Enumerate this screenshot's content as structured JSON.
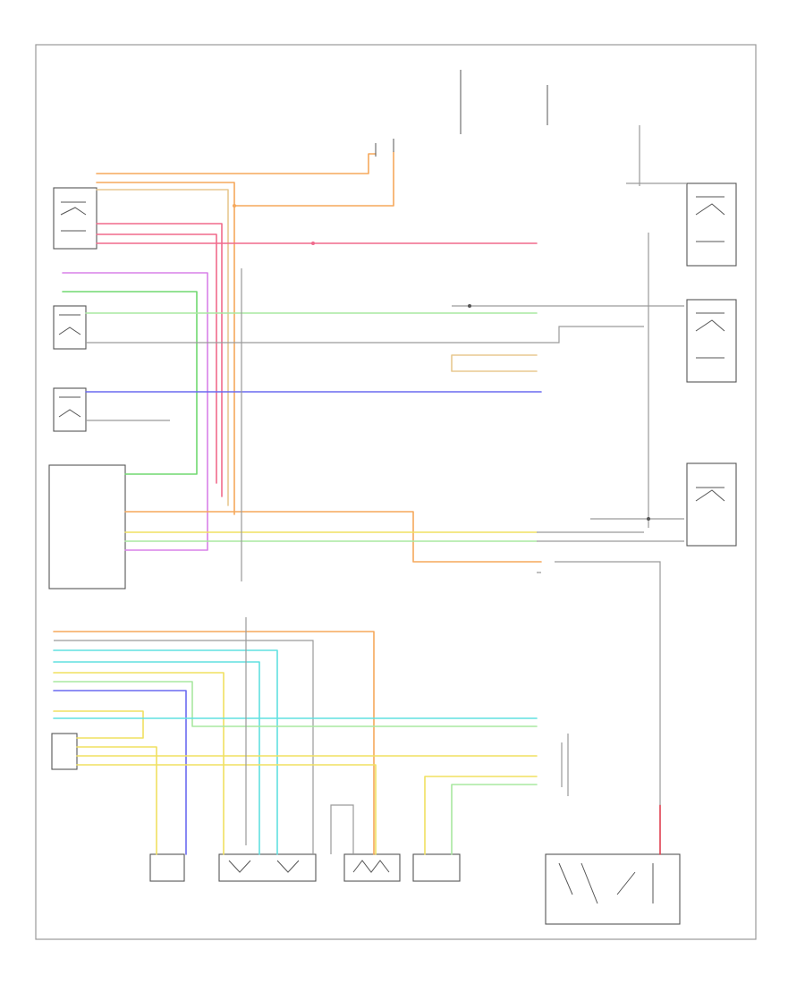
{
  "diagram": {
    "footer_code": "",
    "wire_colors": {
      "orange": "#f5a85c",
      "tan": "#e8c890",
      "pink": "#f06a8c",
      "violet": "#d880e8",
      "green": "#70d870",
      "grey": "#8a8a8a",
      "blue": "#6a6af0",
      "yellow": "#f0e060",
      "cyan": "#60e0e0",
      "light_green": "#a8e8a0",
      "red": "#e04050"
    },
    "components": [
      {
        "id": "speed-sensor-module",
        "icon": "relay-box"
      },
      {
        "id": "left-switch-block",
        "icon": "switch-box"
      },
      {
        "id": "right-switch-block",
        "icon": "switch-box"
      },
      {
        "id": "control-module",
        "icon": "connector-block"
      },
      {
        "id": "lower-connector",
        "icon": "connector-block"
      },
      {
        "id": "right-relay-upper",
        "icon": "relay-box"
      },
      {
        "id": "right-relay-middle",
        "icon": "relay-box"
      },
      {
        "id": "right-relay-lower",
        "icon": "relay-box"
      },
      {
        "id": "sensor-1",
        "icon": "sensor-box"
      },
      {
        "id": "sensor-2",
        "icon": "sensor-box"
      },
      {
        "id": "sensor-3",
        "icon": "sensor-box"
      },
      {
        "id": "sensor-4",
        "icon": "sensor-box"
      },
      {
        "id": "range-switch",
        "icon": "switch-box"
      }
    ]
  }
}
